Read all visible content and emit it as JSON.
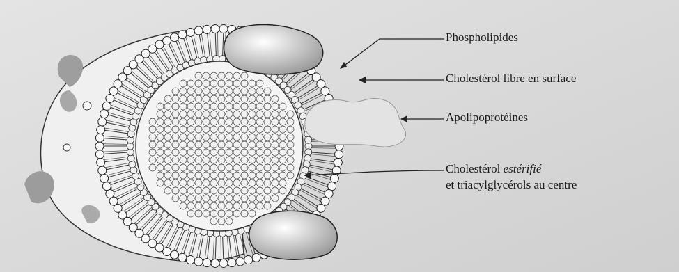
{
  "labels": {
    "phospholipids": "Phospholipides",
    "free_cholesterol": "Cholestérol libre en surface",
    "apolipoproteins": "Apolipoprotéines",
    "esterified_prefix": "Cholestérol ",
    "esterified_italic": "estérifié",
    "core_line2": "et triacylglycérols au centre"
  },
  "colors": {
    "background": "#d9d9d9",
    "ink": "#1a1a1a",
    "sphere_fill": "#f2f2f2",
    "protein_fill": "#e6e6e6"
  }
}
